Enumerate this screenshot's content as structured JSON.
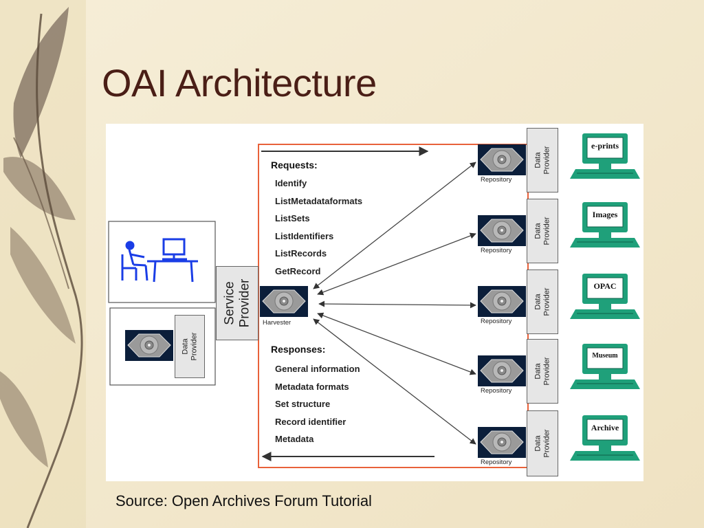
{
  "slide": {
    "title": "OAI Architecture",
    "source": "Source: Open Archives Forum Tutorial"
  },
  "diagram": {
    "requests": {
      "title": "Requests:",
      "items": [
        "Identify",
        "ListMetadataformats",
        "ListSets",
        "ListIdentifiers",
        "ListRecords",
        "GetRecord"
      ]
    },
    "responses": {
      "title": "Responses:",
      "items": [
        "General information",
        "Metadata formats",
        "Set structure",
        "Record identifier",
        "Metadata"
      ]
    },
    "service_provider_label": "Service\nProvider",
    "harvester_label": "Harvester",
    "local_data_provider_label": "Data\nProvider",
    "data_providers": [
      {
        "repository_label": "Repository",
        "provider_label": "Data\nProvider",
        "screen_label": "e-prints"
      },
      {
        "repository_label": "Repository",
        "provider_label": "Data\nProvider",
        "screen_label": "Images"
      },
      {
        "repository_label": "Repository",
        "provider_label": "Data\nProvider",
        "screen_label": "OPAC"
      },
      {
        "repository_label": "Repository",
        "provider_label": "Data\nProvider",
        "screen_label": "Museum"
      },
      {
        "repository_label": "Repository",
        "provider_label": "Data\nProvider",
        "screen_label": "Archive"
      }
    ],
    "colors": {
      "frame": "#e8613a",
      "terminal": "#1fa07a",
      "user_figure": "#1a3de6",
      "node_dark": "#0b1e3a"
    }
  }
}
